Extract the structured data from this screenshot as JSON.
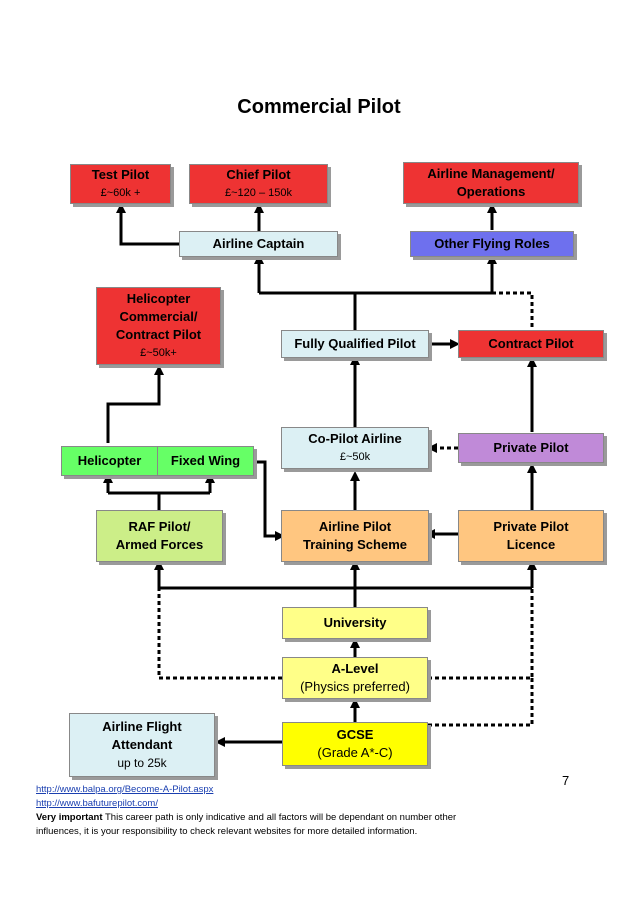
{
  "title": "Commercial Pilot",
  "boxes": {
    "test_pilot": {
      "label": "Test Pilot",
      "salary": "£~60k +"
    },
    "chief_pilot": {
      "label": "Chief Pilot",
      "salary": "£~120 – 150k"
    },
    "airline_mgmt": {
      "line1": "Airline Management/",
      "line2": "Operations"
    },
    "airline_captain": {
      "label": "Airline Captain"
    },
    "other_flying_roles": {
      "label": "Other Flying Roles"
    },
    "helicopter_commercial": {
      "line1": "Helicopter",
      "line2": "Commercial/",
      "line3": "Contract Pilot",
      "salary": "£~50k+"
    },
    "fully_qualified": {
      "label": "Fully Qualified Pilot"
    },
    "contract_pilot": {
      "label": "Contract Pilot"
    },
    "co_pilot": {
      "label": "Co-Pilot Airline",
      "salary": "£~50k"
    },
    "private_pilot": {
      "label": "Private Pilot"
    },
    "helicopter": {
      "label": "Helicopter"
    },
    "fixed_wing": {
      "label": "Fixed Wing"
    },
    "raf_pilot": {
      "line1": "RAF Pilot/",
      "line2": "Armed Forces"
    },
    "airline_training": {
      "line1": "Airline Pilot",
      "line2": "Training Scheme"
    },
    "private_licence": {
      "line1": "Private Pilot",
      "line2": "Licence"
    },
    "university": {
      "label": "University"
    },
    "a_level": {
      "line1": "A-Level",
      "line2": "(Physics preferred)"
    },
    "gcse": {
      "line1": "GCSE",
      "line2": "(Grade A*-C)"
    },
    "flight_attendant": {
      "line1": "Airline Flight",
      "line2": "Attendant",
      "salary": "up to 25k"
    }
  },
  "page_number": "7",
  "footer": {
    "link1": "http://www.balpa.org/Become-A-Pilot.aspx",
    "link2": "http://www.bafuturepilot.com/",
    "note_bold": "Very important",
    "note_text": " This career path is only indicative and all factors will be dependant on number other",
    "note_text2": "influences, it is your responsibility to check relevant websites for more detailed information."
  }
}
